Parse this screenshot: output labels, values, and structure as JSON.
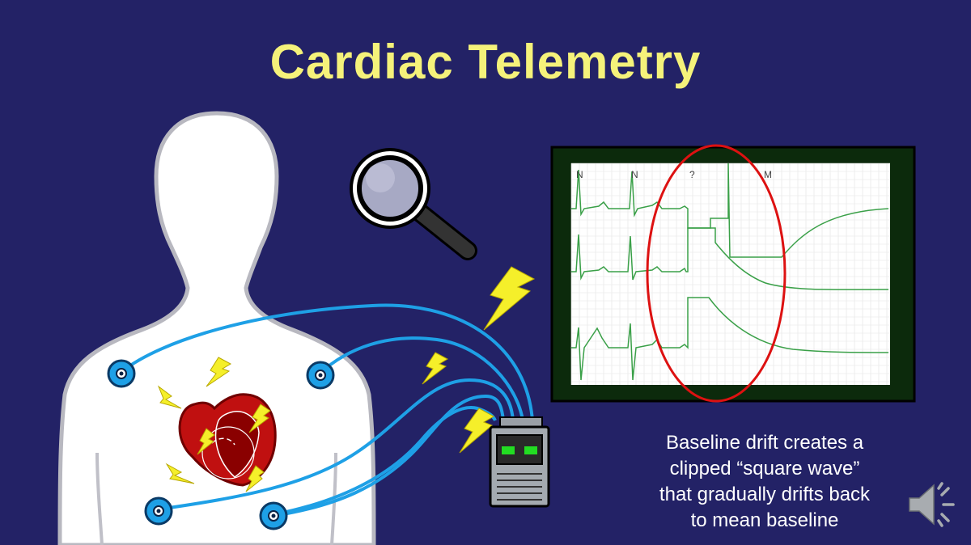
{
  "slide": {
    "title": "Cardiac Telemetry",
    "caption_lines": [
      "Baseline drift creates a",
      "clipped “square wave”",
      "that gradually drifts back",
      "to mean baseline"
    ]
  },
  "monitor": {
    "beat_labels": [
      "N",
      "N",
      "?",
      "M"
    ]
  },
  "icons": {
    "magnifier": "magnifying-glass-icon",
    "telemetry_box": "telemetry-transmitter-icon",
    "speaker": "speaker-icon",
    "lightning": "lightning-bolt-icon"
  },
  "colors": {
    "background": "#232266",
    "title": "#f5f27a",
    "lead_wire": "#1ea0e6",
    "ecg_trace": "#3aa048",
    "highlight_ellipse": "#dd1111",
    "monitor_frame": "#0c2a0c",
    "lightning": "#f5ef2a"
  }
}
